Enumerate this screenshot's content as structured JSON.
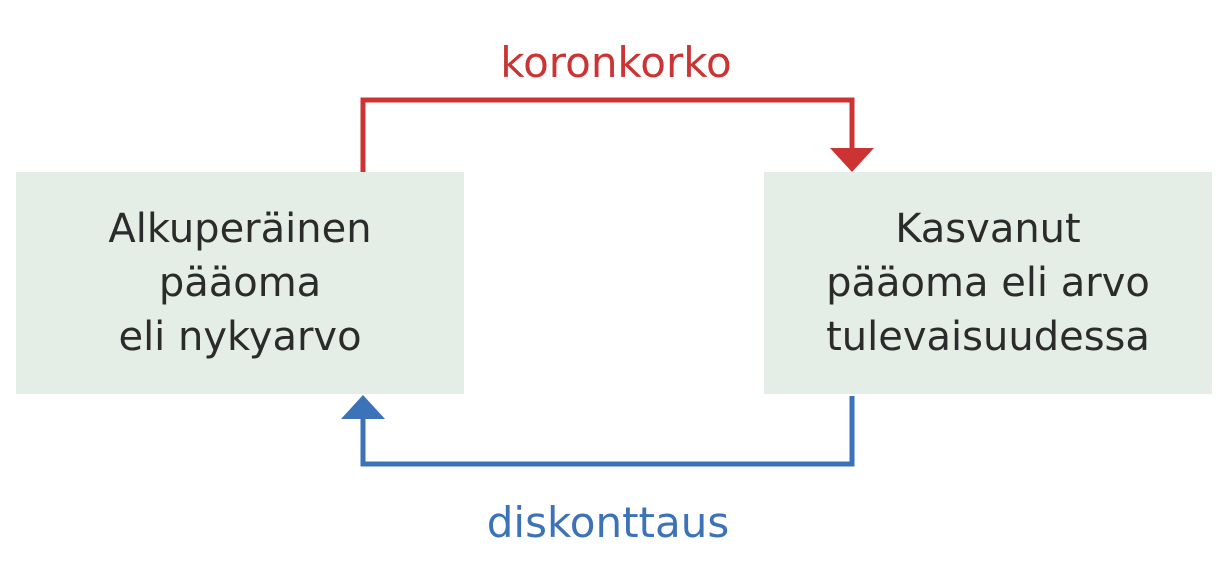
{
  "colors": {
    "box_fill": "#e4eee6",
    "box_text": "#2b2b2b",
    "compounding": "#cc3333",
    "discounting": "#3c72b8"
  },
  "left_box": {
    "lines": [
      "Alkuperäinen",
      "pääoma",
      "eli nykyarvo"
    ]
  },
  "right_box": {
    "lines": [
      "Kasvanut",
      "pääoma eli arvo",
      "tulevaisuudessa"
    ]
  },
  "top_arrow": {
    "label": "koronkorko",
    "direction": "left-to-right"
  },
  "bottom_arrow": {
    "label": "diskonttaus",
    "direction": "right-to-left"
  }
}
